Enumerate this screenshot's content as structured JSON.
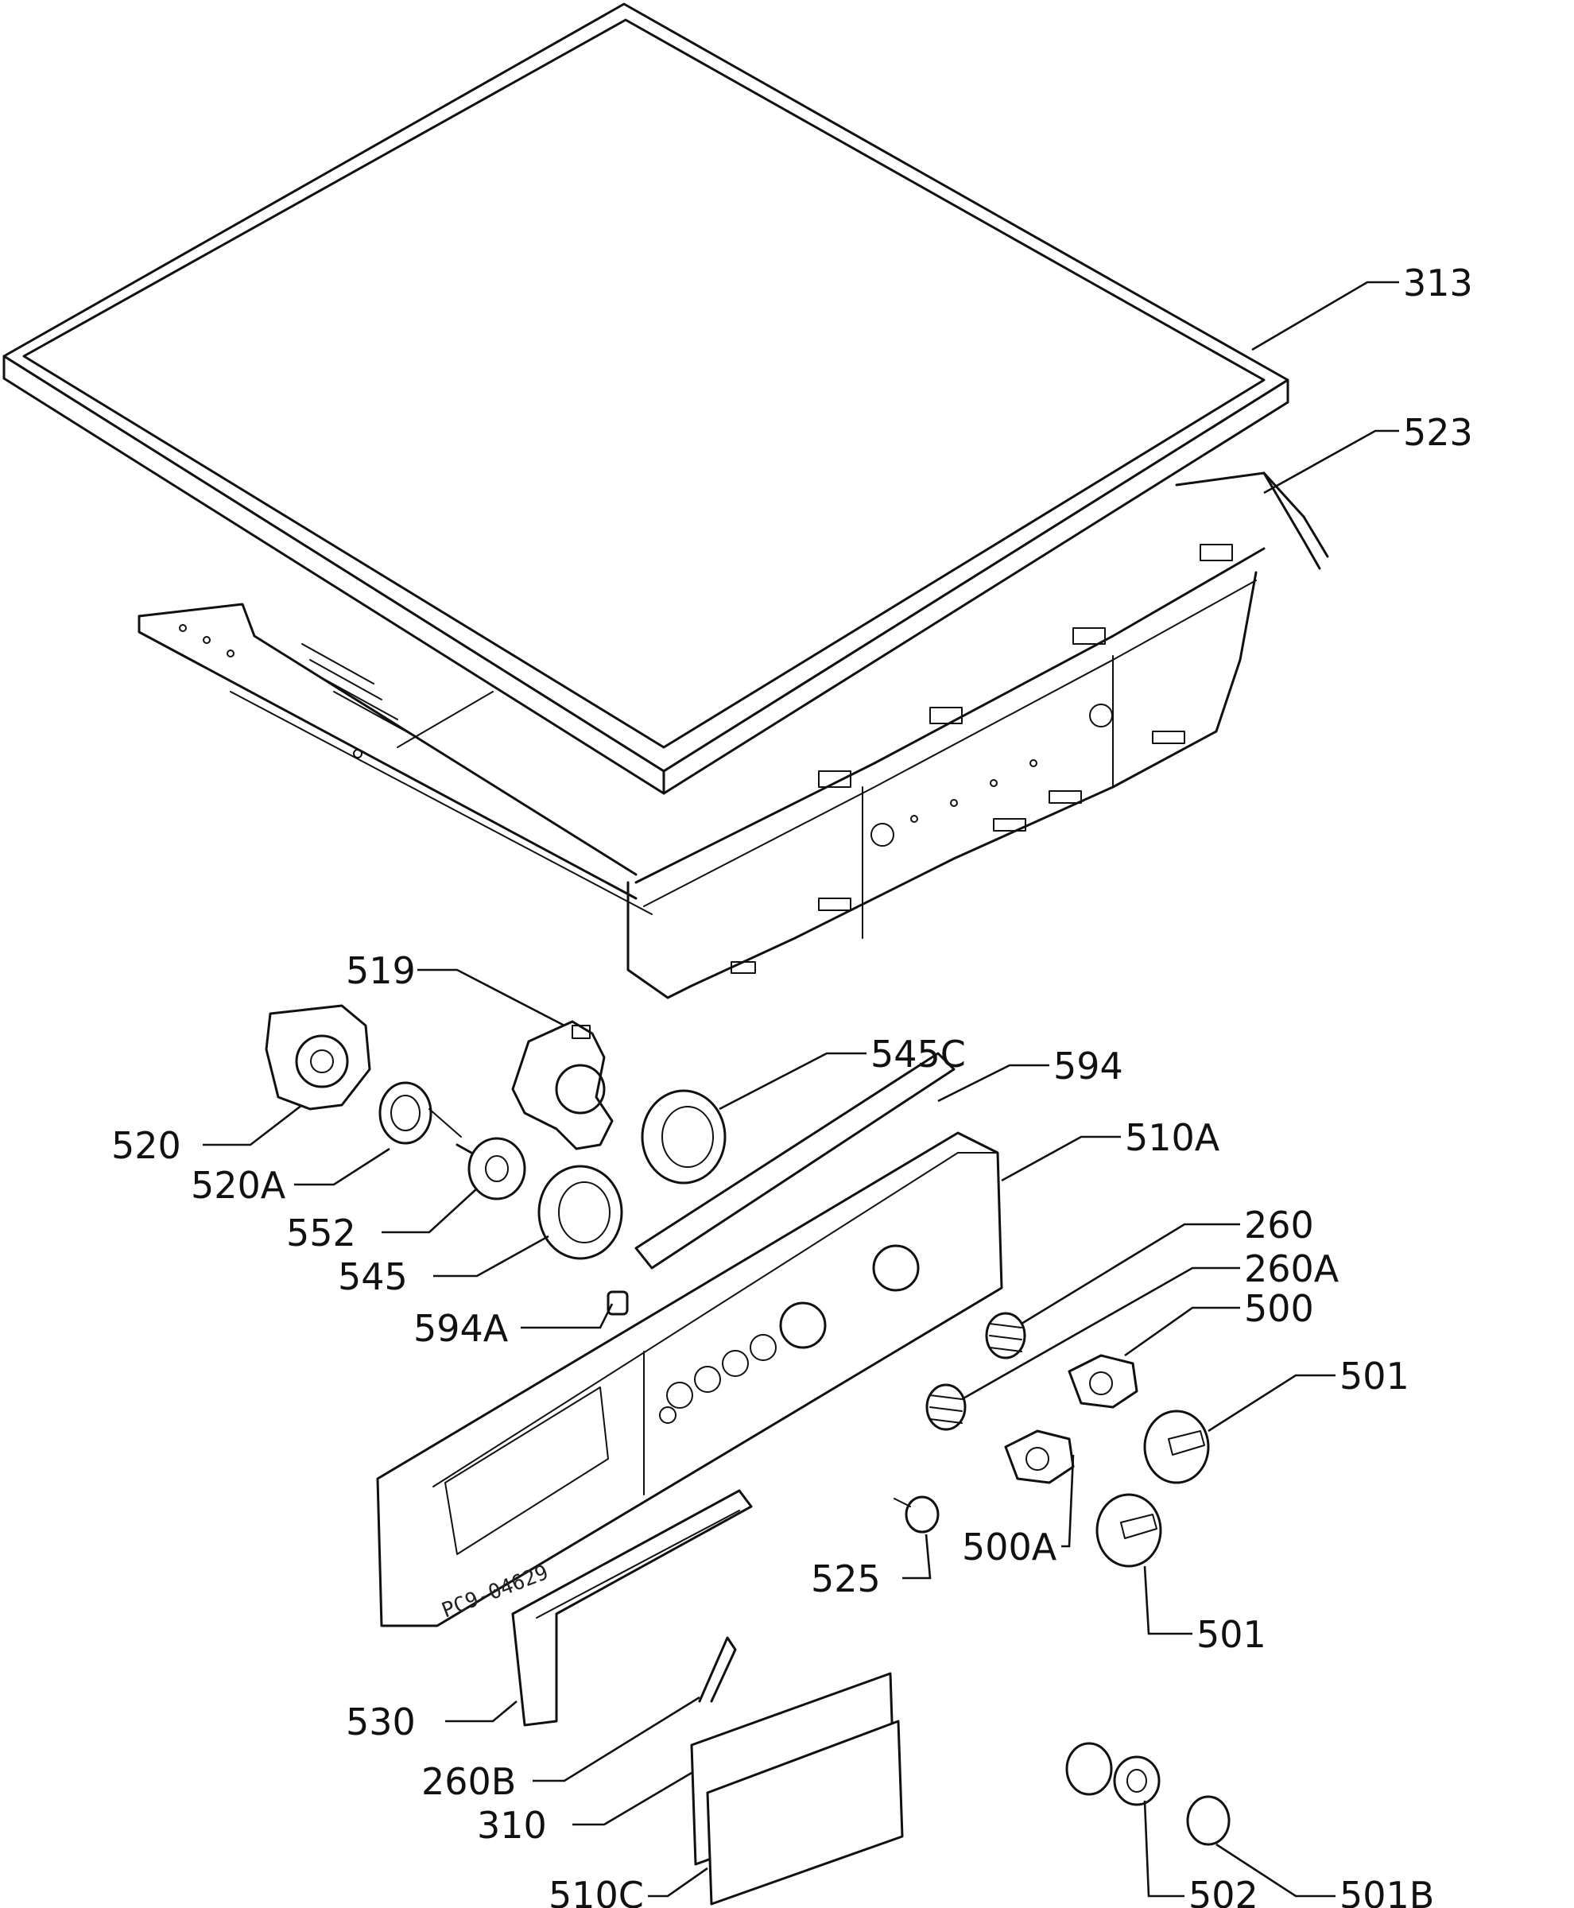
{
  "diagram": {
    "stamp_text": "PC9-04629",
    "callouts": [
      {
        "id": "c313",
        "label": "313"
      },
      {
        "id": "c523",
        "label": "523"
      },
      {
        "id": "c519",
        "label": "519"
      },
      {
        "id": "c520",
        "label": "520"
      },
      {
        "id": "c520A",
        "label": "520A"
      },
      {
        "id": "c552",
        "label": "552"
      },
      {
        "id": "c545",
        "label": "545"
      },
      {
        "id": "c545C",
        "label": "545C"
      },
      {
        "id": "c594",
        "label": "594"
      },
      {
        "id": "c594A",
        "label": "594A"
      },
      {
        "id": "c510A",
        "label": "510A"
      },
      {
        "id": "c260",
        "label": "260"
      },
      {
        "id": "c260A",
        "label": "260A"
      },
      {
        "id": "c500",
        "label": "500"
      },
      {
        "id": "c501a",
        "label": "501"
      },
      {
        "id": "c500A",
        "label": "500A"
      },
      {
        "id": "c501b",
        "label": "501"
      },
      {
        "id": "c525",
        "label": "525"
      },
      {
        "id": "c530",
        "label": "530"
      },
      {
        "id": "c260B",
        "label": "260B"
      },
      {
        "id": "c310",
        "label": "310"
      },
      {
        "id": "c510C",
        "label": "510C"
      },
      {
        "id": "c502",
        "label": "502"
      },
      {
        "id": "c501B",
        "label": "501B"
      }
    ]
  }
}
